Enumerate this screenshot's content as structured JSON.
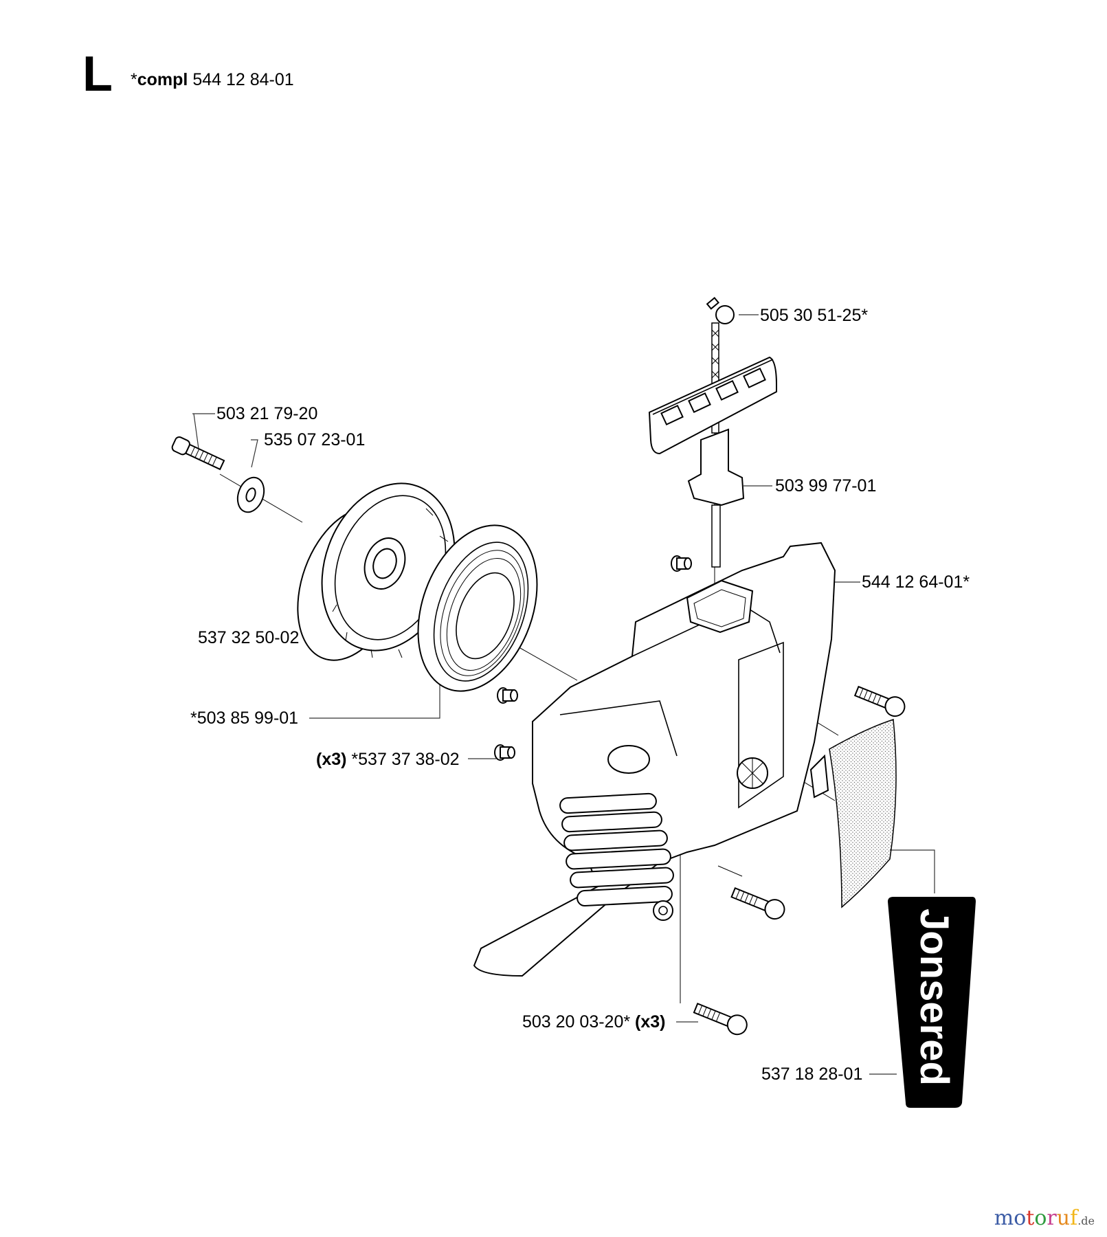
{
  "header": {
    "section_letter": "L",
    "prefix": "*",
    "compl_label": "compl",
    "compl_part_number": "544 12 84-01"
  },
  "parts": [
    {
      "id": "cable-clip",
      "label": "505 30 51-25*",
      "qty": ""
    },
    {
      "id": "screw-flywheel",
      "label": "503 21 79-20",
      "qty": ""
    },
    {
      "id": "washer",
      "label": "535 07 23-01",
      "qty": ""
    },
    {
      "id": "starter-pulley",
      "label": "537 32 50-02",
      "qty": ""
    },
    {
      "id": "recoil-spring",
      "label": "*503 85 99-01",
      "qty": ""
    },
    {
      "id": "starter-handle",
      "label": "503 99 77-01",
      "qty": ""
    },
    {
      "id": "starter-housing",
      "label": "544 12 64-01*",
      "qty": ""
    },
    {
      "id": "bushing",
      "label": "*537 37 38-02",
      "qty": "(x3)"
    },
    {
      "id": "housing-screw",
      "label": "503 20 03-20*",
      "qty": "(x3)"
    },
    {
      "id": "decal",
      "label": "537 18 28-01",
      "qty": ""
    }
  ],
  "decal_text": "Jonsered",
  "watermark": {
    "main": "motoruf",
    "suffix": ".de",
    "letter_colors": [
      "#3b5ba5",
      "#3b5ba5",
      "#d9362b",
      "#2f9b3f",
      "#c63c8e",
      "#e58a1f",
      "#f2b618"
    ]
  }
}
